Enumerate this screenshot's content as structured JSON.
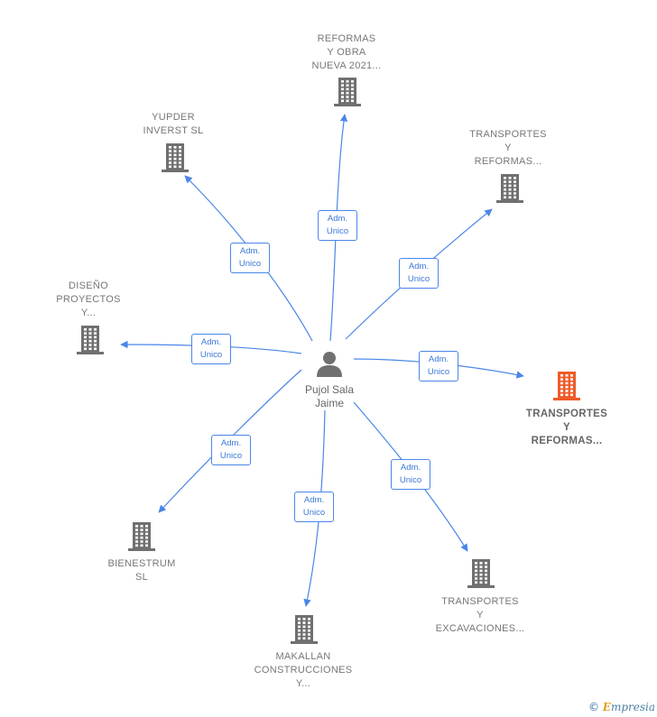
{
  "center": {
    "name_line1": "Pujol Sala",
    "name_line2": "Jaime",
    "icon": "person-icon"
  },
  "relation": {
    "line1": "Adm.",
    "line2": "Unico"
  },
  "colors": {
    "edge": "#4a86e8",
    "building": "#707070",
    "building_highlight": "#f05a28"
  },
  "companies": [
    {
      "lines": [
        "REFORMAS",
        "Y OBRA",
        "NUEVA 2021..."
      ],
      "highlight": false
    },
    {
      "lines": [
        "YUPDER",
        "INVERST SL"
      ],
      "highlight": false
    },
    {
      "lines": [
        "TRANSPORTES",
        "Y",
        "REFORMAS..."
      ],
      "highlight": false
    },
    {
      "lines": [
        "DISEÑO",
        "PROYECTOS",
        "Y..."
      ],
      "highlight": false
    },
    {
      "lines": [
        "TRANSPORTES",
        "Y",
        "REFORMAS..."
      ],
      "highlight": true
    },
    {
      "lines": [
        "BIENESTRUM",
        "SL"
      ],
      "highlight": false
    },
    {
      "lines": [
        "TRANSPORTES",
        "Y",
        "EXCAVACIONES..."
      ],
      "highlight": false
    },
    {
      "lines": [
        "MAKALLAN",
        "CONSTRUCCIONES",
        "Y..."
      ],
      "highlight": false
    }
  ],
  "brand": {
    "copyright": "©",
    "name_first": "E",
    "name_rest": "mpresia"
  }
}
